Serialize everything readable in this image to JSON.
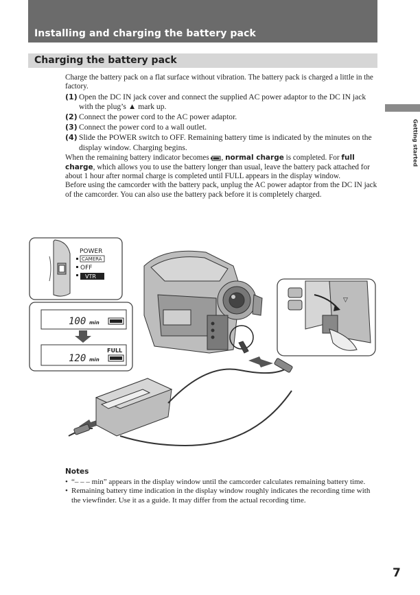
{
  "header": {
    "section_title": "Installing and charging the battery pack",
    "subsection_title": "Charging the battery pack",
    "side_label": "Getting started"
  },
  "intro": "Charge the battery pack on a flat surface without vibration. The battery pack is charged a little in the factory.",
  "steps": [
    {
      "num": "(1)",
      "text": "Open the DC IN jack cover and connect the supplied AC power adaptor to the DC IN jack with the plug’s ▲ mark up."
    },
    {
      "num": "(2)",
      "text": "Connect the power cord to the AC power adaptor."
    },
    {
      "num": "(3)",
      "text": "Connect the power cord to a wall outlet."
    },
    {
      "num": "(4)",
      "text": "Slide the POWER switch to OFF. Remaining battery time is indicated by the minutes on the display window. Charging begins."
    }
  ],
  "para1": {
    "pre": "When the remaining battery indicator becomes ",
    "mid1": ", ",
    "bold1": "normal charge",
    "mid2": " is completed. For ",
    "bold2": "full charge",
    "post": ", which allows you to use the battery longer than usual, leave the battery pack attached for about 1 hour after normal charge is completed until FULL appears in the display window."
  },
  "para2": "Before using the camcorder with the battery pack, unplug the AC power adaptor from the DC IN jack of the camcorder. You can also use the battery pack before it is completely charged.",
  "illustration": {
    "switch_title": "POWER",
    "switch_options": [
      "CAMERA",
      "OFF",
      "VTR"
    ],
    "display1_value": "100",
    "display2_value": "120",
    "display_unit": "min",
    "full_label": "FULL"
  },
  "notes": {
    "title": "Notes",
    "items": [
      "“– – – min” appears in the display window until the camcorder calculates remaining battery time.",
      "Remaining battery time indication in the display window roughly indicates the recording time with the viewfinder. Use it as a guide. It may differ from the actual recording time."
    ]
  },
  "page_number": "7"
}
